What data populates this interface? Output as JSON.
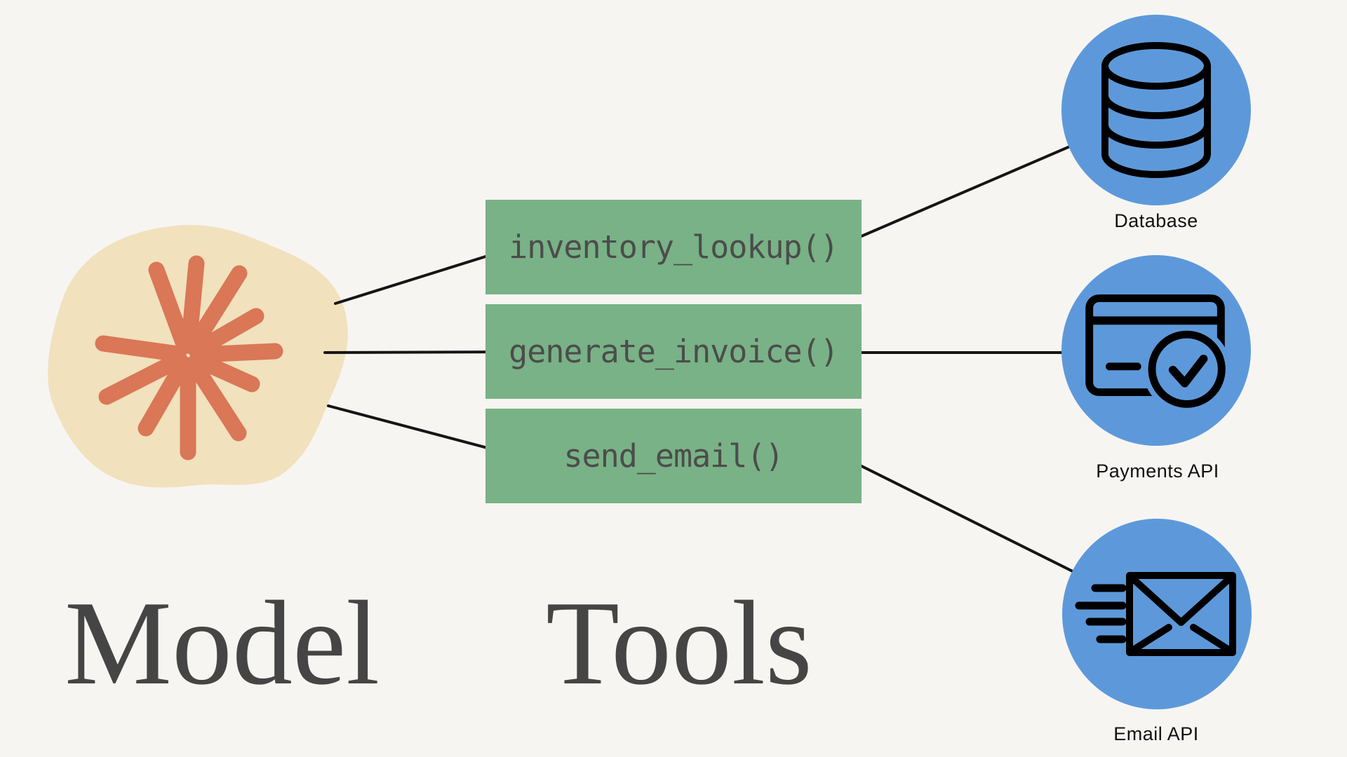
{
  "model": {
    "label": "Model"
  },
  "tools": {
    "label": "Tools",
    "functions": [
      {
        "name": "inventory_lookup()"
      },
      {
        "name": "generate_invoice()"
      },
      {
        "name": "send_email()"
      }
    ]
  },
  "services": [
    {
      "label": "Database",
      "icon": "database-icon"
    },
    {
      "label": "Payments API",
      "icon": "payment-card-check-icon"
    },
    {
      "label": "Email API",
      "icon": "speeding-email-icon"
    }
  ],
  "connections": [
    {
      "from": "model",
      "to": "inventory_lookup()"
    },
    {
      "from": "model",
      "to": "generate_invoice()"
    },
    {
      "from": "model",
      "to": "send_email()"
    },
    {
      "from": "inventory_lookup()",
      "to": "Database"
    },
    {
      "from": "generate_invoice()",
      "to": "Payments API"
    },
    {
      "from": "send_email()",
      "to": "Email API"
    }
  ],
  "colors": {
    "background": "#f7f5f2",
    "model_blob": "#f1e1bd",
    "model_starburst": "#d97757",
    "tool_box": "#79b286",
    "tool_text": "#4c4c4c",
    "service_circle": "#5d99da",
    "icon_stroke": "#000000",
    "connector": "#151515",
    "heading_text": "#454545",
    "label_text": "#111111"
  }
}
